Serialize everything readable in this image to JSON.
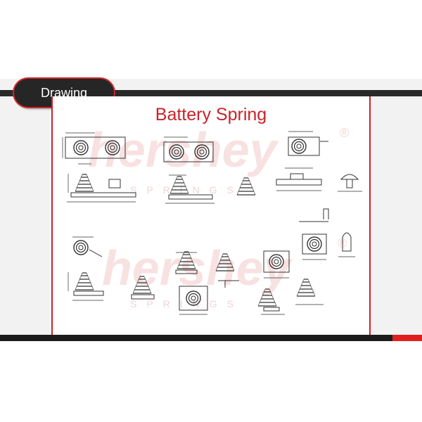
{
  "tab": {
    "label": "Drawing"
  },
  "panel": {
    "title": "Battery Spring"
  },
  "watermark": {
    "brand": "hershey",
    "subtitle": "SPRINGS",
    "mark": "®"
  },
  "colors": {
    "accent_red": "#c8232a",
    "dark": "#262626",
    "band": "#f2f2f2"
  }
}
